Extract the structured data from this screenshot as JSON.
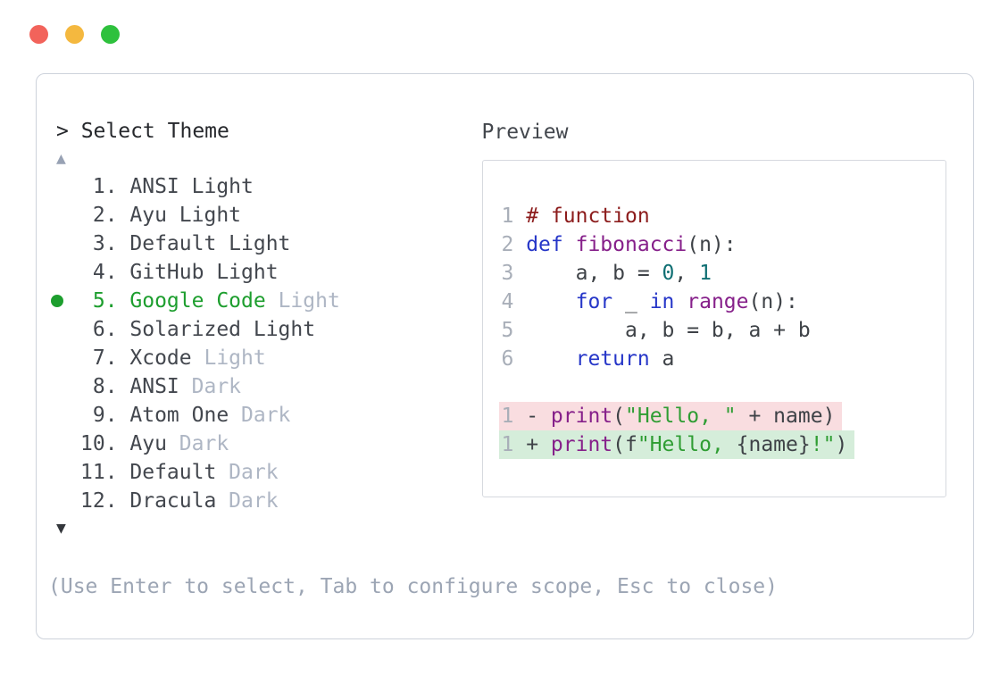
{
  "colors": {
    "traffic_red": "#f2635b",
    "traffic_yellow": "#f4b83f",
    "traffic_green": "#2ec13d",
    "selected_green": "#1d9e2e",
    "muted_text": "#aeb6c4",
    "help_text": "#9ca5b4",
    "code_comment": "#8c1c1c",
    "code_keyword": "#2636c8",
    "code_function": "#86208a",
    "code_string": "#2f9d33",
    "code_literal": "#0f6f73",
    "diff_removed_bg": "#f9dde0",
    "diff_added_bg": "#d5edda"
  },
  "window": {
    "close_label": "close",
    "minimize_label": "minimize",
    "maximize_label": "maximize"
  },
  "picker": {
    "prompt": "> Select Theme",
    "scroll_up": "▲",
    "scroll_down": "▼",
    "items": [
      {
        "num": "1",
        "name": "ANSI Light",
        "suffix": "",
        "selected": false
      },
      {
        "num": "2",
        "name": "Ayu Light",
        "suffix": "",
        "selected": false
      },
      {
        "num": "3",
        "name": "Default Light",
        "suffix": "",
        "selected": false
      },
      {
        "num": "4",
        "name": "GitHub Light",
        "suffix": "",
        "selected": false
      },
      {
        "num": "5",
        "name": "Google Code",
        "suffix": "Light",
        "selected": true
      },
      {
        "num": "6",
        "name": "Solarized Light",
        "suffix": "",
        "selected": false
      },
      {
        "num": "7",
        "name": "Xcode",
        "suffix": "Light",
        "selected": false
      },
      {
        "num": "8",
        "name": "ANSI",
        "suffix": "Dark",
        "selected": false
      },
      {
        "num": "9",
        "name": "Atom One",
        "suffix": "Dark",
        "selected": false
      },
      {
        "num": "10",
        "name": "Ayu",
        "suffix": "Dark",
        "selected": false
      },
      {
        "num": "11",
        "name": "Default",
        "suffix": "Dark",
        "selected": false
      },
      {
        "num": "12",
        "name": "Dracula",
        "suffix": "Dark",
        "selected": false
      }
    ],
    "help": "(Use Enter to select, Tab to configure scope, Esc to close)"
  },
  "preview": {
    "label": "Preview",
    "code_lines": [
      {
        "num": "1",
        "tokens": [
          {
            "c": "comment",
            "t": "# function"
          }
        ]
      },
      {
        "num": "2",
        "tokens": [
          {
            "c": "kw",
            "t": "def"
          },
          {
            "c": "plain",
            "t": " "
          },
          {
            "c": "fn",
            "t": "fibonacci"
          },
          {
            "c": "plain",
            "t": "(n):"
          }
        ]
      },
      {
        "num": "3",
        "tokens": [
          {
            "c": "plain",
            "t": "    a, b = "
          },
          {
            "c": "lit",
            "t": "0"
          },
          {
            "c": "plain",
            "t": ", "
          },
          {
            "c": "lit",
            "t": "1"
          }
        ]
      },
      {
        "num": "4",
        "tokens": [
          {
            "c": "plain",
            "t": "    "
          },
          {
            "c": "kw",
            "t": "for"
          },
          {
            "c": "plain",
            "t": " _ "
          },
          {
            "c": "kw",
            "t": "in"
          },
          {
            "c": "plain",
            "t": " "
          },
          {
            "c": "fn",
            "t": "range"
          },
          {
            "c": "plain",
            "t": "(n):"
          }
        ]
      },
      {
        "num": "5",
        "tokens": [
          {
            "c": "plain",
            "t": "        a, b = b, a + b"
          }
        ]
      },
      {
        "num": "6",
        "tokens": [
          {
            "c": "plain",
            "t": "    "
          },
          {
            "c": "kw",
            "t": "return"
          },
          {
            "c": "plain",
            "t": " a"
          }
        ]
      }
    ],
    "diff_lines": [
      {
        "num": "1",
        "kind": "removed",
        "tokens": [
          {
            "c": "plain",
            "t": "- "
          },
          {
            "c": "fn",
            "t": "print"
          },
          {
            "c": "plain",
            "t": "("
          },
          {
            "c": "str",
            "t": "\"Hello, \""
          },
          {
            "c": "plain",
            "t": " + name)"
          }
        ]
      },
      {
        "num": "1",
        "kind": "added",
        "tokens": [
          {
            "c": "plain",
            "t": "+ "
          },
          {
            "c": "fn",
            "t": "print"
          },
          {
            "c": "plain",
            "t": "(f"
          },
          {
            "c": "str",
            "t": "\"Hello, "
          },
          {
            "c": "plain",
            "t": "{name}"
          },
          {
            "c": "str",
            "t": "!\""
          },
          {
            "c": "plain",
            "t": ")"
          }
        ]
      }
    ]
  }
}
